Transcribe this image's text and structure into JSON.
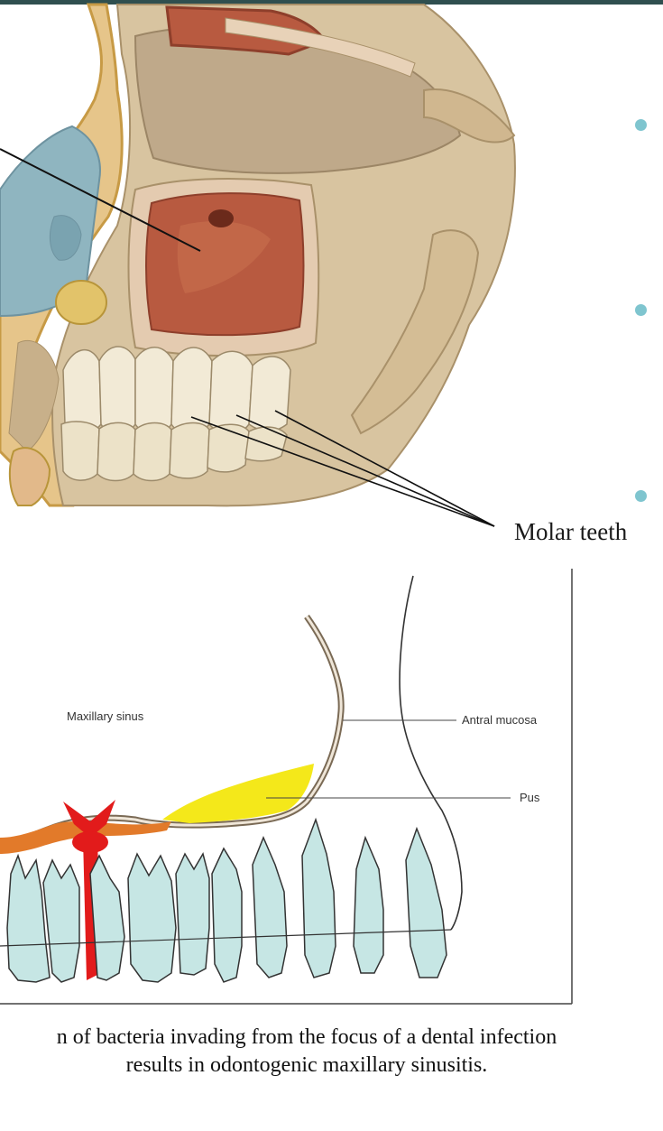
{
  "colors": {
    "top_bar": "#2f4f4f",
    "bullet": "#7fc5cf",
    "bone": "#d8c4a0",
    "sinus": "#b85a40",
    "nasal": "#8fb5c0",
    "tooth": "#c6e6e4",
    "pus": "#f4e81a",
    "mucosa": "#e27a2a",
    "infection": "#e21b1b"
  },
  "skull_figure": {
    "label": "Molar teeth",
    "bullets": [
      {
        "icon": "bullet-dot"
      },
      {
        "icon": "bullet-dot"
      },
      {
        "icon": "bullet-dot"
      }
    ]
  },
  "diagram": {
    "labels": {
      "maxillary_sinus": "Maxillary sinus",
      "antral_mucosa": "Antral mucosa",
      "pus": "Pus"
    }
  },
  "caption": {
    "line1": "n of bacteria invading from the focus of a dental infection",
    "line2": "results in odontogenic maxillary sinusitis."
  }
}
